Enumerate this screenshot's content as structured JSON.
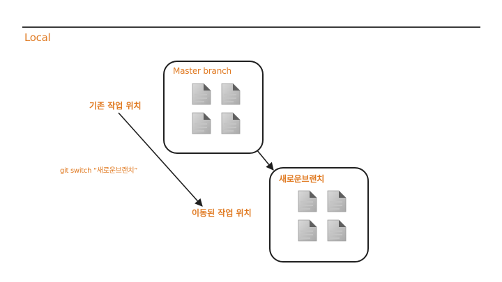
{
  "section_title": "Local",
  "labels": {
    "current_position": "기존 작업 위치",
    "command": "git switch “새로운브랜치”",
    "moved_position": "이동된 작업 위치"
  },
  "branches": [
    {
      "name": "Master branch",
      "file_count": 4
    },
    {
      "name": "새로운브랜치",
      "file_count": 4
    }
  ],
  "icons": {
    "file": "document-icon"
  },
  "colors": {
    "accent": "#e07a22",
    "line": "#1f1f1f",
    "rule": "#3a3a3a"
  }
}
